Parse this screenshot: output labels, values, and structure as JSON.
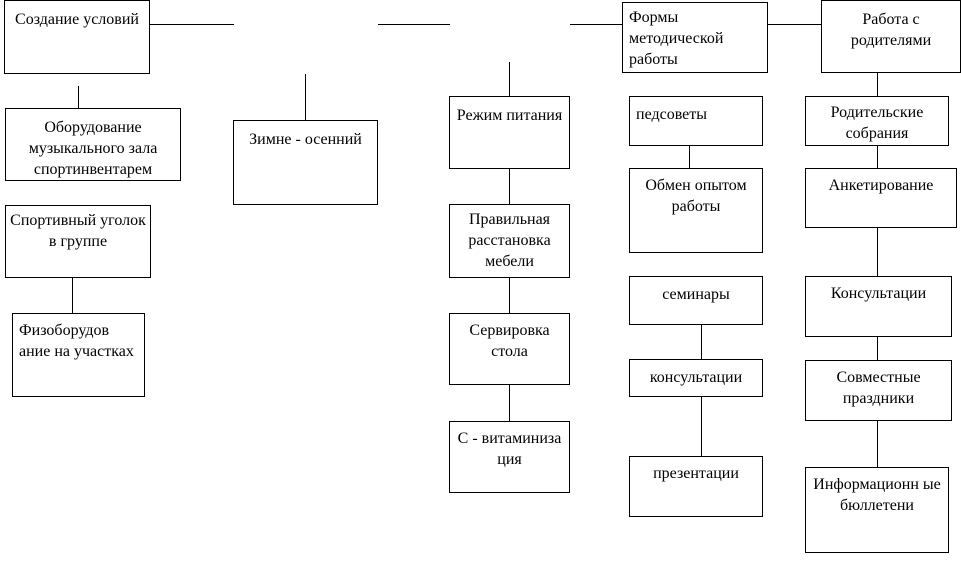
{
  "colors": {
    "line": "#000000",
    "background": "#ffffff",
    "text": "#000000"
  },
  "boxes": {
    "create_conditions": "Создание условий",
    "music_hall": "Оборудование музыкального зала спортинвентарем",
    "sport_corner": "Спортивный уголок в группе",
    "phys_equipment": "Физоборудов ание на участках",
    "winter_autumn": "Зимне - осенний",
    "diet": "Режим питания",
    "furniture": "Правильная расстановка мебели",
    "table_setting": "Сервировка стола",
    "vitamin_c": "С - витаминиза ция",
    "method_forms": "Формы методической работы",
    "ped_councils": "педсоветы",
    "experience_exchange": "Обмен опытом работы",
    "seminars": "семинары",
    "consultations_method": "консультации",
    "presentations": "презентации",
    "parents_work": "Работа с родителями",
    "parent_meetings": "Родительские собрания",
    "surveys": "Анкетирование",
    "consultations_parents": "Консультации",
    "joint_holidays": "Совместные праздники",
    "info_bulletins": "Информационн ые бюллетени"
  }
}
